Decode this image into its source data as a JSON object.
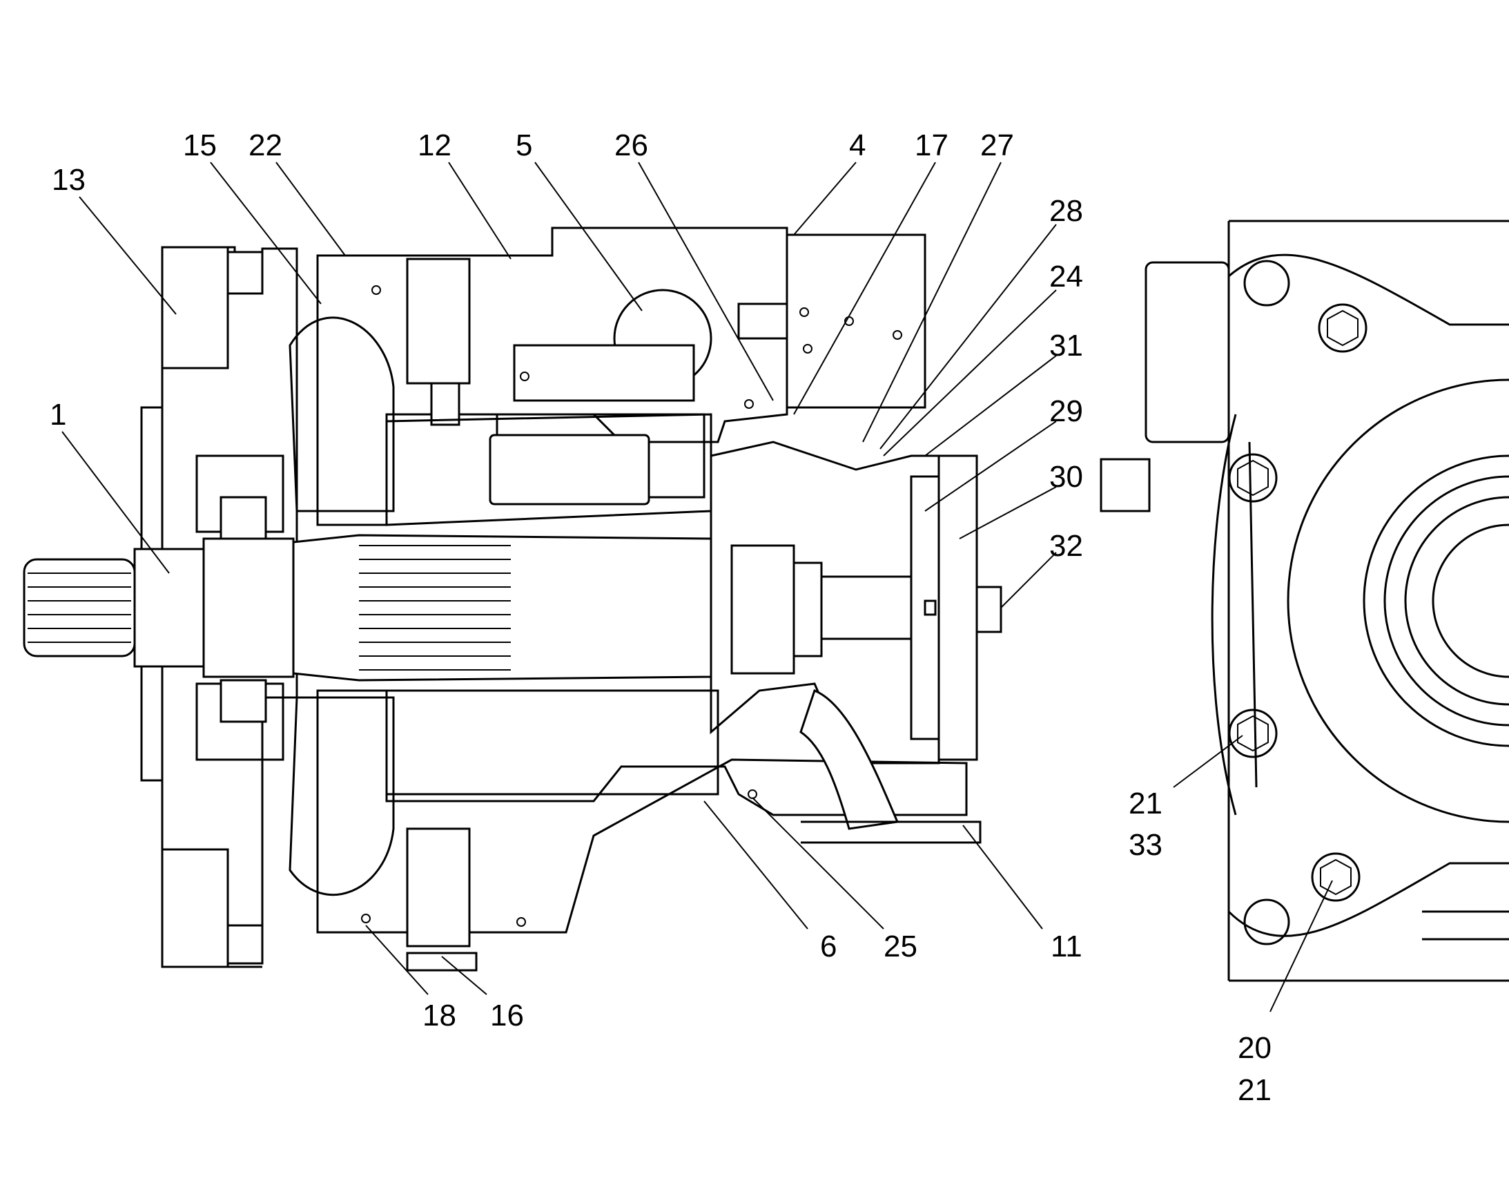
{
  "colors": {
    "ink": "#000000",
    "paper": "#ffffff",
    "hatch": "#000000"
  },
  "callouts": [
    {
      "id": "c13",
      "text": "13"
    },
    {
      "id": "c15",
      "text": "15"
    },
    {
      "id": "c22",
      "text": "22"
    },
    {
      "id": "c12",
      "text": "12"
    },
    {
      "id": "c5",
      "text": "5"
    },
    {
      "id": "c26",
      "text": "26"
    },
    {
      "id": "c4",
      "text": "4"
    },
    {
      "id": "c17",
      "text": "17"
    },
    {
      "id": "c27",
      "text": "27"
    },
    {
      "id": "c28",
      "text": "28"
    },
    {
      "id": "c24",
      "text": "24"
    },
    {
      "id": "c31",
      "text": "31"
    },
    {
      "id": "c29",
      "text": "29"
    },
    {
      "id": "c30",
      "text": "30"
    },
    {
      "id": "c32",
      "text": "32"
    },
    {
      "id": "c1",
      "text": "1"
    },
    {
      "id": "c21a",
      "text": "21"
    },
    {
      "id": "c33",
      "text": "33"
    },
    {
      "id": "c6",
      "text": "6"
    },
    {
      "id": "c25",
      "text": "25"
    },
    {
      "id": "c11",
      "text": "11"
    },
    {
      "id": "c18",
      "text": "18"
    },
    {
      "id": "c16",
      "text": "16"
    },
    {
      "id": "c20",
      "text": "20"
    },
    {
      "id": "c21b",
      "text": "21"
    }
  ]
}
